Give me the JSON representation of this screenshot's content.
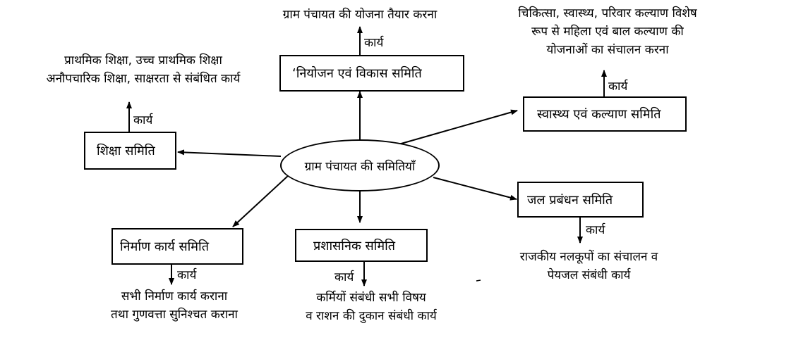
{
  "center": {
    "label": "ग्राम पंचायत की समितियाँ"
  },
  "work_label": "कार्य",
  "committees": {
    "planning": {
      "label": "‘नियोजन एवं विकास समिति",
      "function": [
        "ग्राम पंचायत की योजना तैयार करना"
      ]
    },
    "health": {
      "label": "स्वास्थ्य एवं कल्याण समिति",
      "function": [
        "चिकित्सा, स्वास्थ्य, परिवार कल्याण विशेष",
        "रूप से महिला एवं बाल कल्याण की",
        "योजनाओं का संचालन करना"
      ]
    },
    "education": {
      "label": "शिक्षा समिति",
      "function": [
        "प्राथमिक शिक्षा, उच्च प्राथमिक शिक्षा",
        "अनौपचारिक शिक्षा, साक्षरता से संबंधित कार्य"
      ]
    },
    "water": {
      "label": "जल प्रबंधन समिति",
      "function": [
        "राजकीय नलकूपों का संचालन व",
        "पेयजल संबंधी कार्य"
      ]
    },
    "construction": {
      "label": "निर्माण कार्य समिति",
      "function": [
        "सभी निर्माण कार्य कराना",
        "तथा गुणवत्ता सुनिश्चत कराना"
      ]
    },
    "admin": {
      "label": "प्रशासनिक समिति",
      "function": [
        "कर्मियों संबंधी सभी विषय",
        "व राशन की दुकान संबंधी कार्य"
      ]
    }
  }
}
